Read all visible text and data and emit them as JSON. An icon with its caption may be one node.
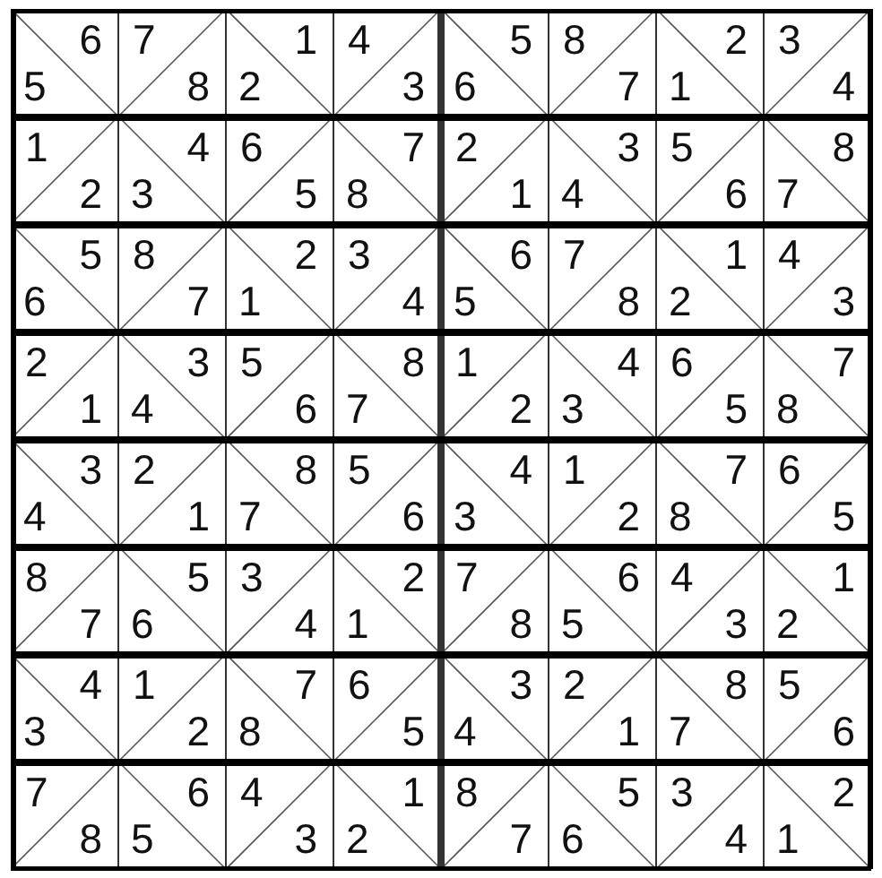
{
  "diagram": {
    "labels": [
      "6",
      "5",
      "7",
      "8",
      "1",
      "2",
      "4",
      "3",
      "5",
      "6",
      "8",
      "7",
      "2",
      "1",
      "3",
      "4",
      "1",
      "2",
      "4",
      "3",
      "6",
      "5",
      "7",
      "8",
      "2",
      "1",
      "3",
      "4",
      "5",
      "6",
      "8",
      "7",
      "5",
      "6",
      "8",
      "7",
      "2",
      "1",
      "3",
      "4",
      "6",
      "5",
      "7",
      "8",
      "1",
      "2",
      "4",
      "3",
      "2",
      "1",
      "3",
      "4",
      "5",
      "6",
      "8",
      "7",
      "1",
      "2",
      "4",
      "3",
      "6",
      "5",
      "7",
      "8",
      "3",
      "4",
      "2",
      "1",
      "8",
      "7",
      "5",
      "6",
      "4",
      "3",
      "1",
      "2",
      "7",
      "8",
      "6",
      "5",
      "8",
      "7",
      "5",
      "6",
      "3",
      "4",
      "2",
      "1",
      "7",
      "8",
      "6",
      "5",
      "4",
      "3",
      "1",
      "2",
      "4",
      "3",
      "1",
      "2",
      "7",
      "8",
      "6",
      "5",
      "3",
      "4",
      "2",
      "1",
      "8",
      "7",
      "5",
      "6",
      "7",
      "8",
      "6",
      "5",
      "4",
      "3",
      "1",
      "2",
      "8",
      "7",
      "5",
      "6",
      "3",
      "4",
      "2",
      "1"
    ]
  }
}
